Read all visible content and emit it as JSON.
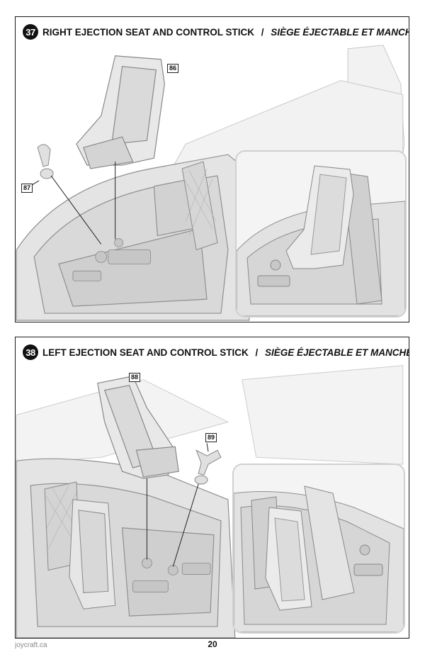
{
  "steps": [
    {
      "number": "37",
      "title_en": "RIGHT EJECTION SEAT AND CONTROL STICK",
      "separator": " / ",
      "title_fr": "SIÈGE ÉJECTABLE ET MANCHE DROIT",
      "parts": [
        "86",
        "87"
      ]
    },
    {
      "number": "38",
      "title_en": "LEFT EJECTION SEAT AND CONTROL STICK",
      "separator": " / ",
      "title_fr": "SIÈGE ÉJECTABLE ET MANCHE GAUCHE",
      "parts": [
        "88",
        "89"
      ]
    }
  ],
  "footer": {
    "website": "joycraft.ca",
    "page_number": "20"
  },
  "colors": {
    "border": "#1a1a1a",
    "step_badge": "#111111",
    "model_fill": "#e6e6e6",
    "model_line": "#9a9a9a",
    "inset_border": "#d0d0d0"
  }
}
